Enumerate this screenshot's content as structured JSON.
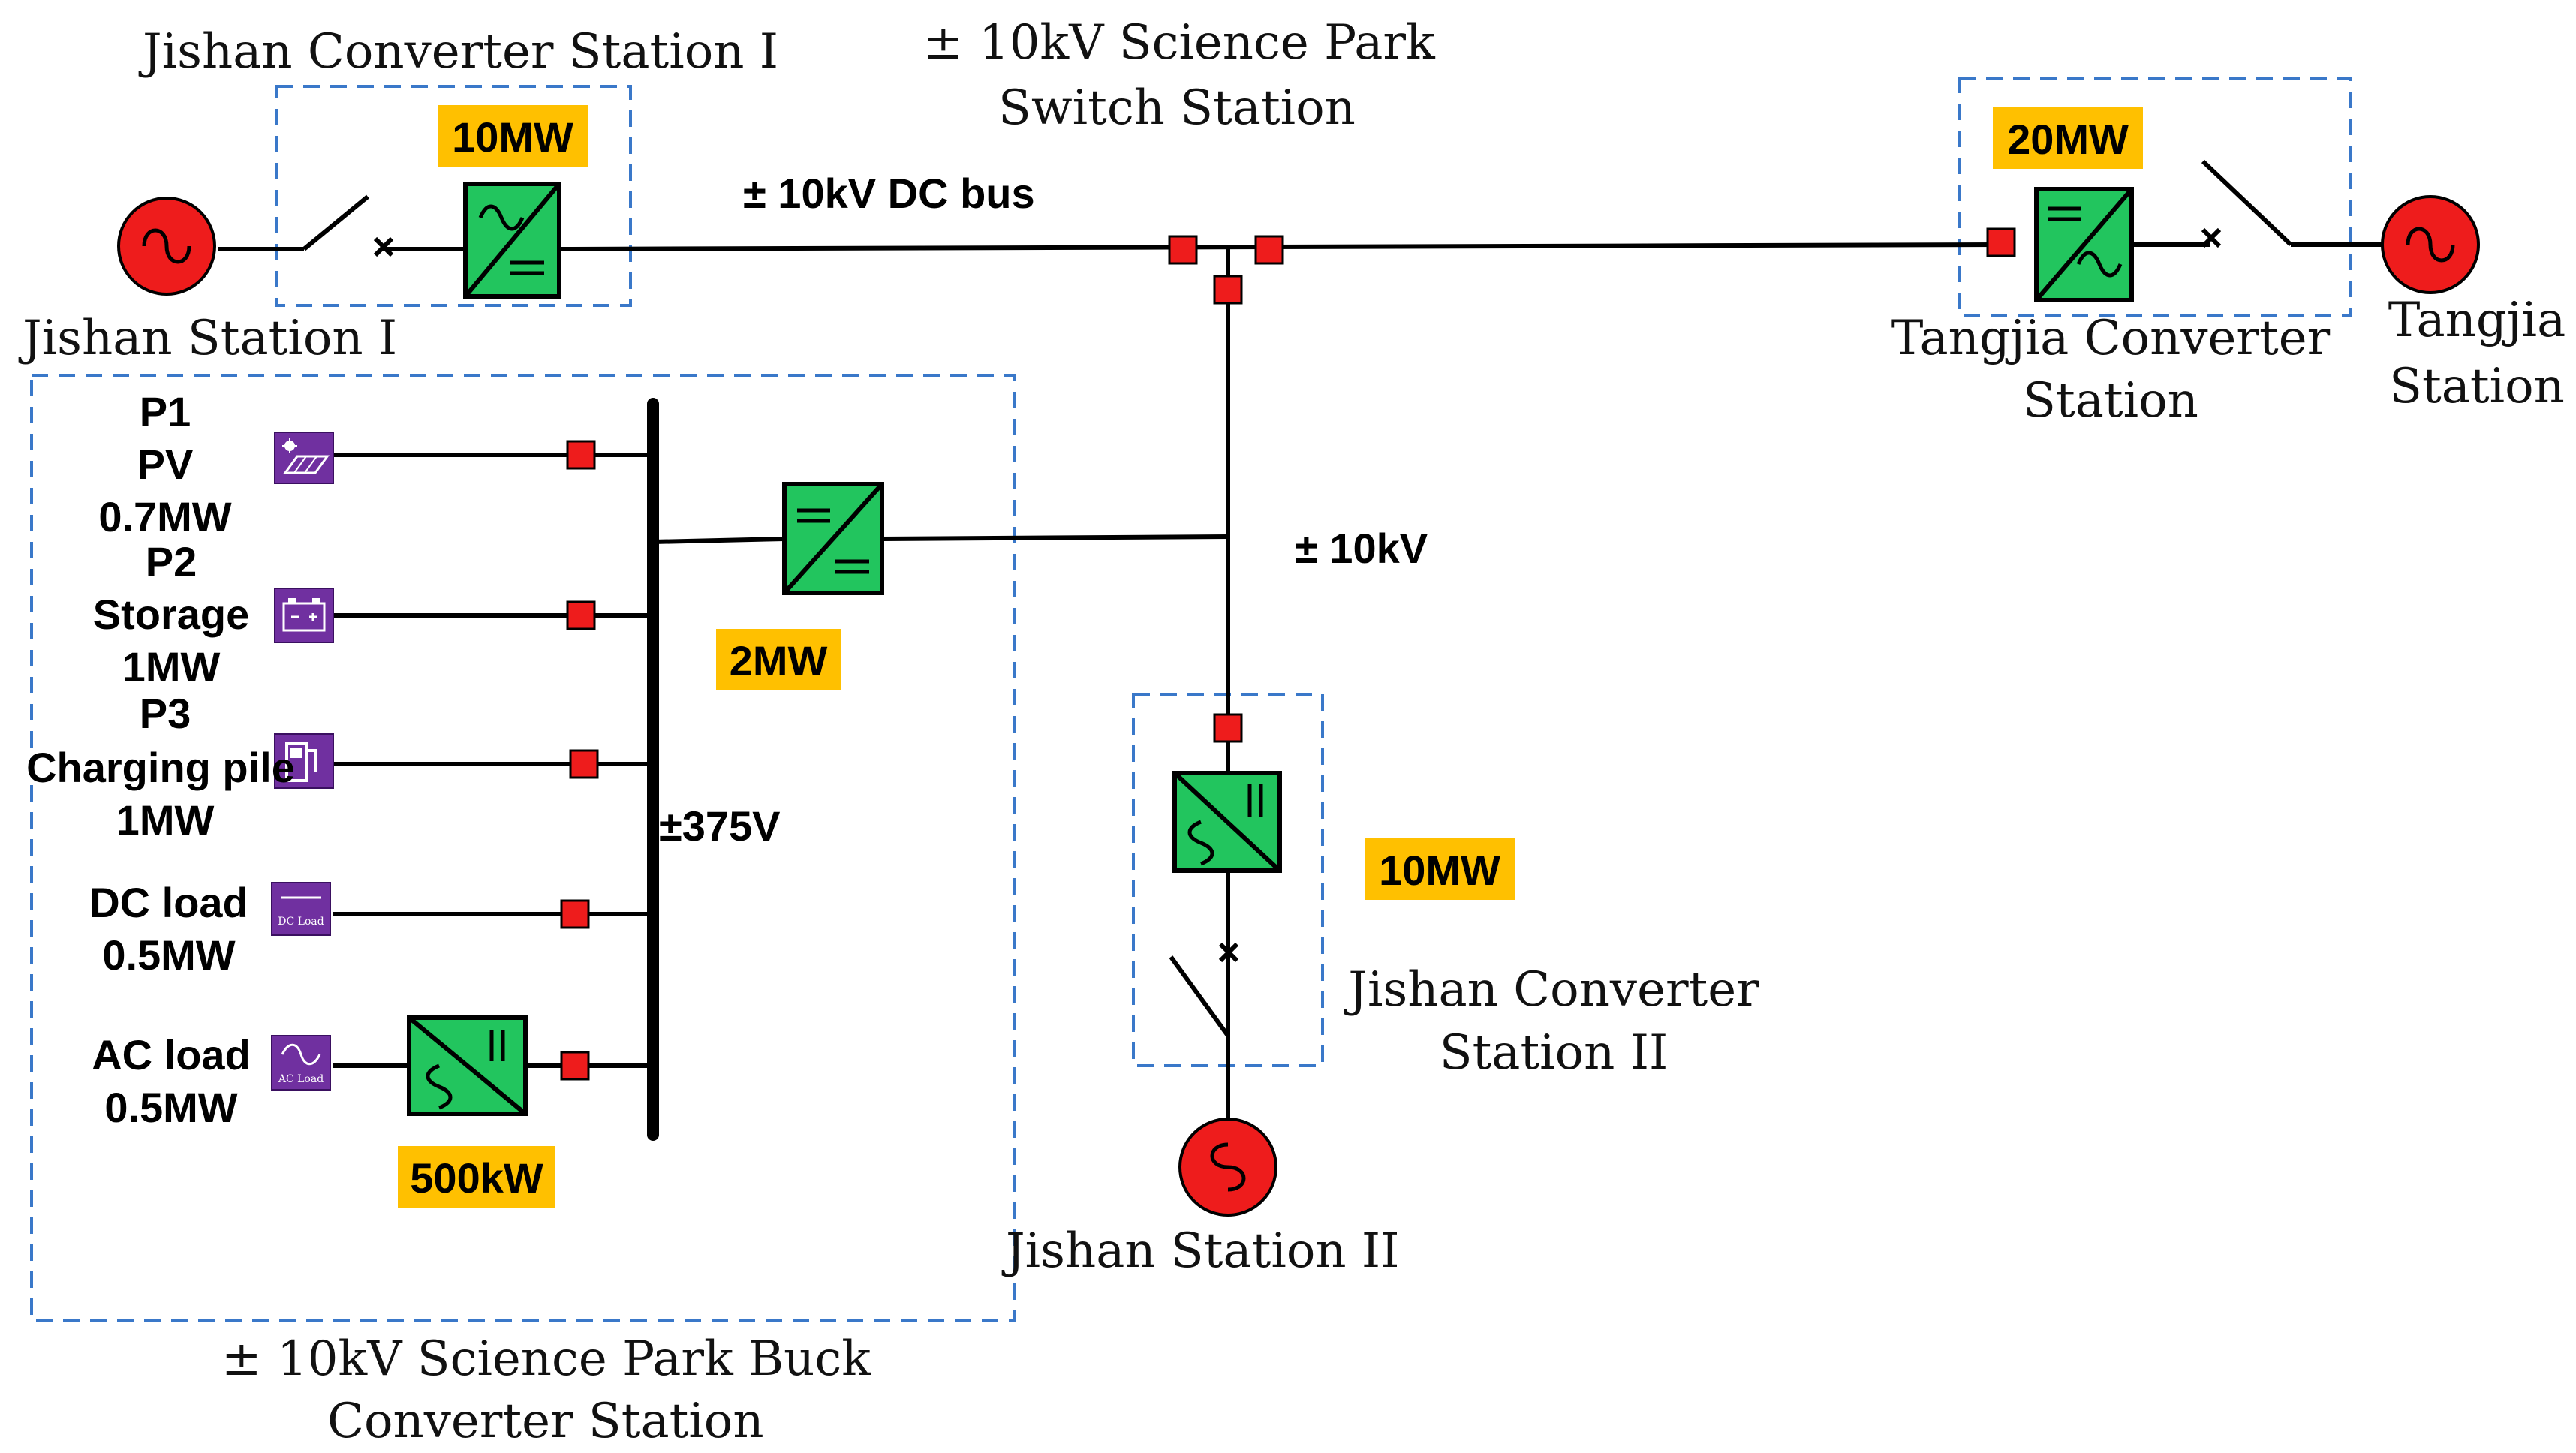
{
  "labels": {
    "jishan_conv_1": "Jishan Converter Station I",
    "switch_station_line1": "± 10kV Science Park",
    "switch_station_line2": "Switch Station",
    "dc_bus": "± 10kV DC bus",
    "jishan_station_1": "Jishan Station I",
    "tangjia_conv_line1": "Tangjia Converter",
    "tangjia_conv_line2": "Station",
    "tangjia_station_line1": "Tangjia",
    "tangjia_station_line2": "Station",
    "branch_voltage": "± 10kV",
    "jishan_conv_2_line1": "Jishan Converter",
    "jishan_conv_2_line2": "Station II",
    "jishan_station_2": "Jishan Station II",
    "buck_station_line1": "± 10kV Science Park Buck",
    "buck_station_line2": "Converter Station",
    "lv_bus": "±375V"
  },
  "ratings": {
    "jishan_conv_1": "10MW",
    "tangjia_conv": "20MW",
    "buck_conv": "2MW",
    "jishan_conv_2": "10MW",
    "ac_load_conv": "500kW"
  },
  "loads": [
    {
      "id": "P1",
      "name": "PV",
      "power": "0.7MW",
      "icon": "pv-panel-icon",
      "icon_text": ""
    },
    {
      "id": "P2",
      "name": "Storage",
      "power": "1MW",
      "icon": "battery-icon",
      "icon_text": ""
    },
    {
      "id": "P3",
      "name": "Charging pile",
      "power": "1MW",
      "icon": "charging-pile-icon",
      "icon_text": ""
    },
    {
      "id": "",
      "name": "DC load",
      "power": "0.5MW",
      "icon": "dc-load-icon",
      "icon_text": "DC Load"
    },
    {
      "id": "",
      "name": "AC load",
      "power": "0.5MW",
      "icon": "ac-load-icon",
      "icon_text": "AC Load"
    }
  ],
  "colors": {
    "converter": "#22C55E",
    "node": "#EE1C1C",
    "generator": "#EE1C1C",
    "rating_highlight": "#FFC000",
    "station_boundary": "#3A78C9",
    "device_icon": "#7030A0"
  }
}
